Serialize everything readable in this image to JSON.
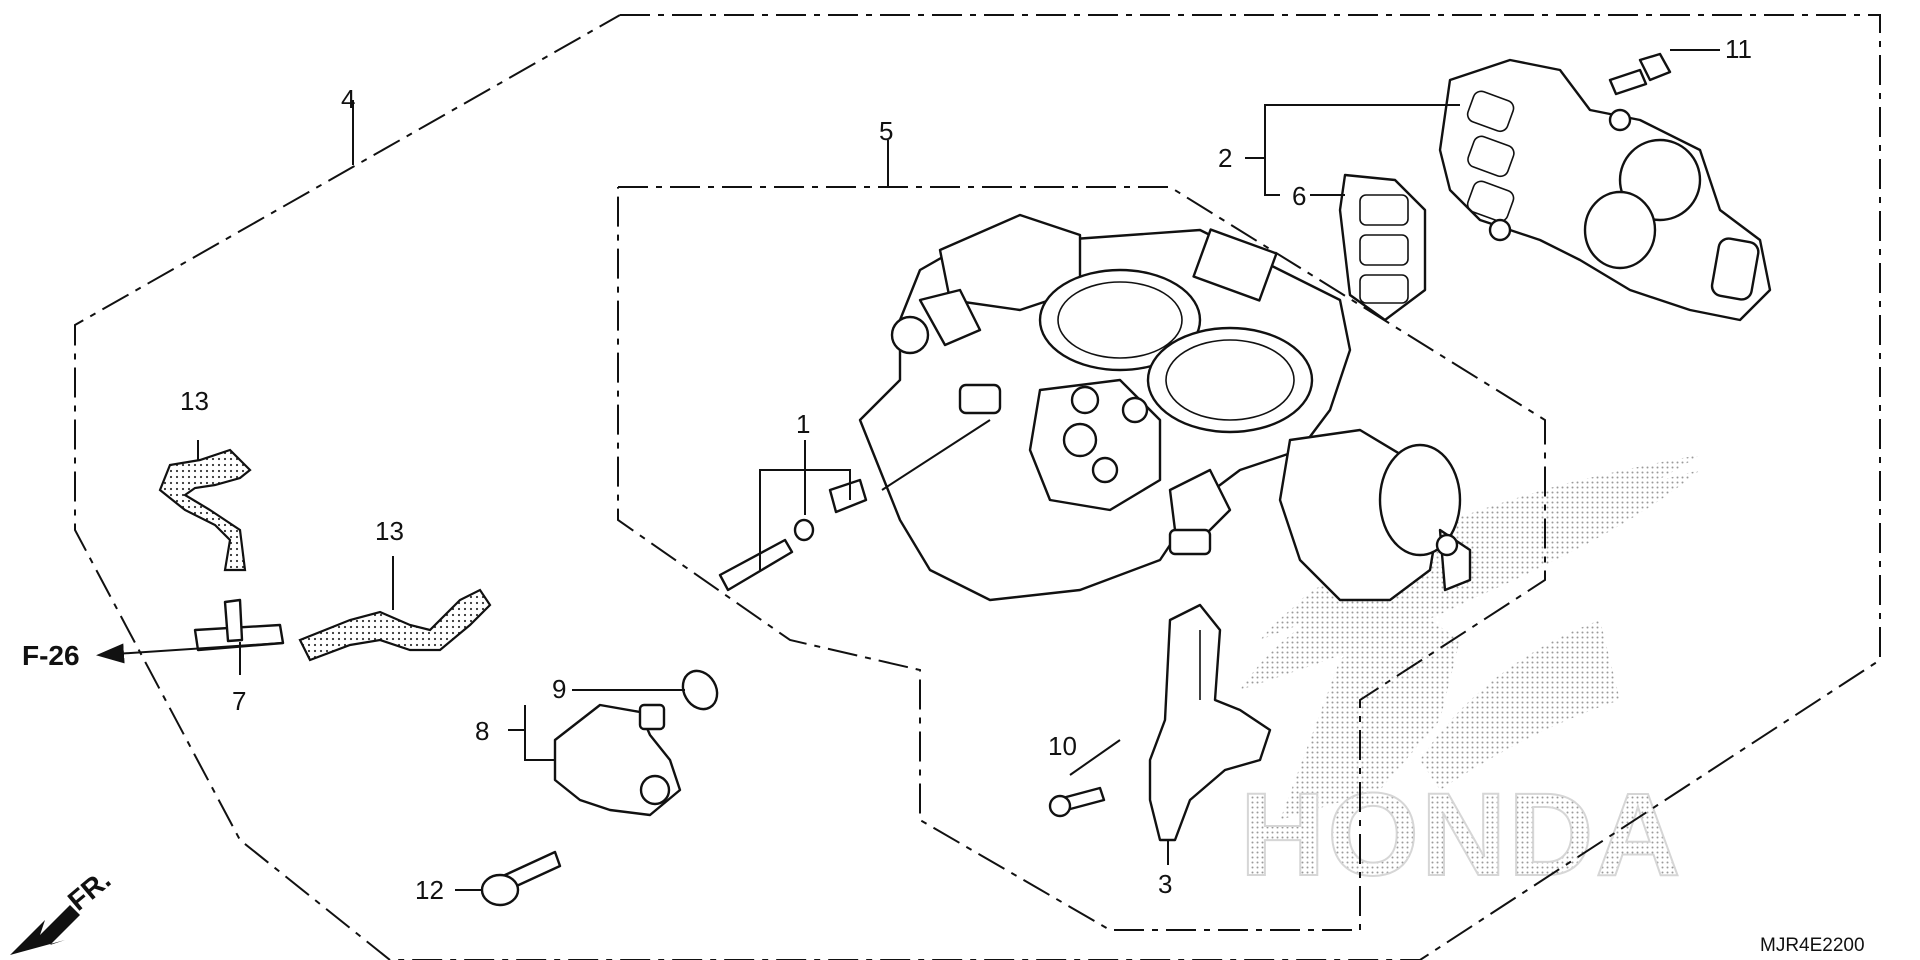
{
  "diagram": {
    "code": "MJR4E2200",
    "front_indicator": "FR.",
    "reference": "F-26",
    "watermark": "HONDA",
    "callouts": [
      {
        "id": "c1",
        "text": "1"
      },
      {
        "id": "c2",
        "text": "2"
      },
      {
        "id": "c3",
        "text": "3"
      },
      {
        "id": "c4",
        "text": "4"
      },
      {
        "id": "c5",
        "text": "5"
      },
      {
        "id": "c6",
        "text": "6"
      },
      {
        "id": "c7",
        "text": "7"
      },
      {
        "id": "c8",
        "text": "8"
      },
      {
        "id": "c9",
        "text": "9"
      },
      {
        "id": "c10",
        "text": "10"
      },
      {
        "id": "c11",
        "text": "11"
      },
      {
        "id": "c12",
        "text": "12"
      },
      {
        "id": "c13a",
        "text": "13"
      },
      {
        "id": "c13b",
        "text": "13"
      }
    ]
  }
}
